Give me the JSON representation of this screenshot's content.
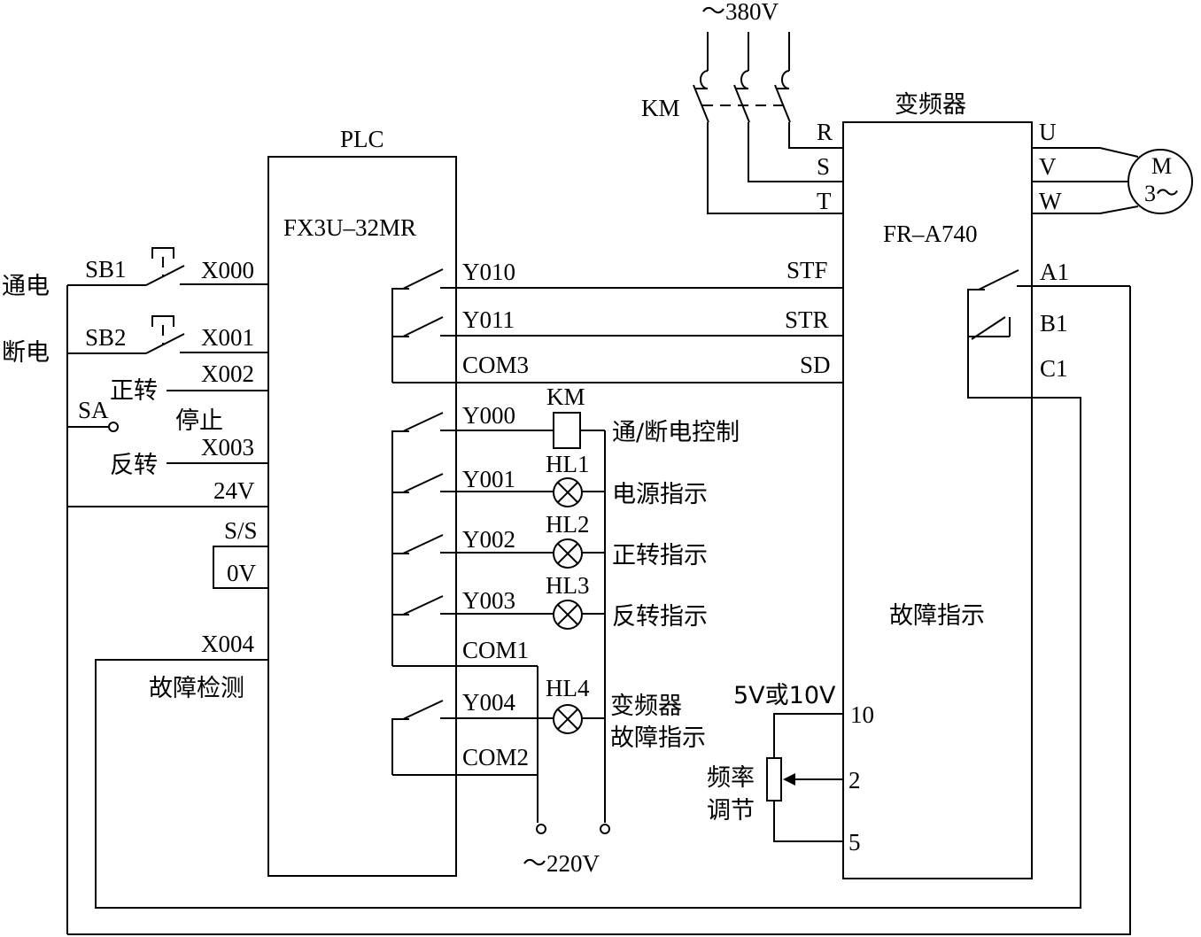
{
  "supply": {
    "main": "～380V",
    "control": "～220V"
  },
  "contactor": {
    "main_label": "KM",
    "coil_label": "KM",
    "coil_desc": "通/断电控制"
  },
  "plc": {
    "title": "PLC",
    "model": "FX3U–32MR",
    "inputs": [
      "X000",
      "X001",
      "X002",
      "X003",
      "X004"
    ],
    "power_terminals": {
      "v24": "24V",
      "ss": "S/S",
      "v0": "0V"
    },
    "outputs": [
      "Y010",
      "Y011",
      "COM3",
      "Y000",
      "Y001",
      "Y002",
      "Y003",
      "COM1",
      "Y004",
      "COM2"
    ]
  },
  "switches": {
    "sb1": "SB1",
    "sb2": "SB2",
    "sa": "SA",
    "power_on": "通电",
    "power_off": "断电",
    "forward": "正转",
    "stop": "停止",
    "reverse": "反转",
    "fault_detect": "故障检测"
  },
  "lamps": [
    {
      "label": "HL1",
      "desc": "电源指示"
    },
    {
      "label": "HL2",
      "desc": "正转指示"
    },
    {
      "label": "HL3",
      "desc": "反转指示"
    },
    {
      "label": "HL4",
      "desc_line1": "变频器",
      "desc_line2": "故障指示"
    }
  ],
  "inverter": {
    "title": "变频器",
    "model": "FR–A740",
    "inputs": [
      "R",
      "S",
      "T"
    ],
    "outputs": [
      "U",
      "V",
      "W"
    ],
    "control": [
      "STF",
      "STR",
      "SD"
    ],
    "relay": [
      "A1",
      "B1",
      "C1"
    ],
    "fault_label": "故障指示",
    "analog": [
      "10",
      "2",
      "5"
    ],
    "ref_voltage": "5V或10V"
  },
  "potentiometer": {
    "line1": "频率",
    "line2": "调节"
  },
  "motor": {
    "line1": "M",
    "line2": "3～"
  }
}
